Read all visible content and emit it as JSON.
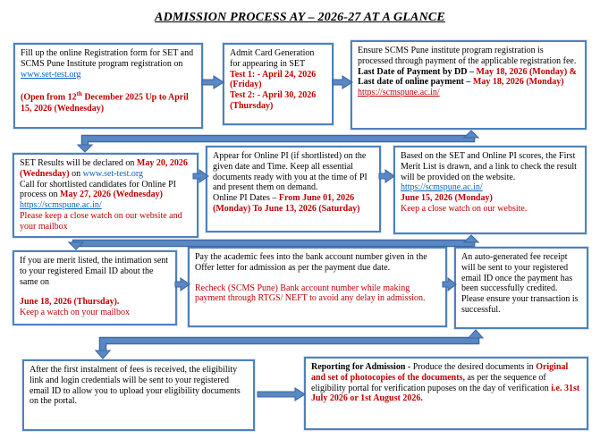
{
  "title": "ADMISSION PROCESS AY – 2026-27 AT A GLANCE",
  "colors": {
    "box_border": "#4F81BD",
    "arrow_fill": "#5B87C3",
    "arrow_outline": "#3A69A8",
    "red_text": "#C00000",
    "link_blue": "#0563C1"
  },
  "boxes": [
    {
      "id": "online-registration",
      "paragraphs": [
        [
          {
            "t": "Fill up the online Registration form for SET and SCMS Pune Institute program registration on ",
            "s": "k"
          },
          {
            "t": "www.set-test.org",
            "s": "lu",
            "name": "set-test-link"
          }
        ],
        [
          {
            "t": "",
            "s": "k"
          }
        ],
        [
          {
            "t": "(Open from 12",
            "s": "rb"
          },
          {
            "t": "th",
            "s": "rbsup"
          },
          {
            "t": " December 2025 Up to April 15, 2026 (Wednesday)",
            "s": "rb"
          }
        ]
      ]
    },
    {
      "id": "admit-card",
      "paragraphs": [
        [
          {
            "t": "Admit Card Generation for appearing in SET",
            "s": "k"
          }
        ],
        [
          {
            "t": "Test 1: - April 24, 2026 (Friday)",
            "s": "rb"
          }
        ],
        [
          {
            "t": "Test 2: - April 30, 2026 (Thursday)",
            "s": "rb"
          }
        ]
      ]
    },
    {
      "id": "registration-payment",
      "paragraphs": [
        [
          {
            "t": "Ensure SCMS Pune institute program registration is processed through payment of the applicable registration fee.",
            "s": "k"
          }
        ],
        [
          {
            "t": "Last Date of Payment by DD – ",
            "s": "kb"
          },
          {
            "t": "May 18, 2026 (Monday) &",
            "s": "rb"
          }
        ],
        [
          {
            "t": "Last date of online payment – ",
            "s": "kb"
          },
          {
            "t": "May 18, 2026 (Monday)",
            "s": "rb"
          }
        ],
        [
          {
            "t": "https://scmspune.ac.in/",
            "s": "ru",
            "name": "scmspune-link"
          }
        ]
      ]
    },
    {
      "id": "set-results",
      "paragraphs": [
        [
          {
            "t": "SET Results will be declared on ",
            "s": "k"
          },
          {
            "t": "May 20, 2026 (Wednesday)",
            "s": "rb"
          },
          {
            "t": " on ",
            "s": "k"
          },
          {
            "t": "www.set-test.org",
            "s": "l",
            "name": "set-test-link"
          }
        ],
        [
          {
            "t": "Call for shortlisted candidates for  Online PI process on ",
            "s": "k"
          },
          {
            "t": "May 27, 2026 (Wednesday)",
            "s": "rb"
          }
        ],
        [
          {
            "t": "https://scmspune.ac.in/",
            "s": "lu",
            "name": "scmspune-link"
          }
        ],
        [
          {
            "t": "Please keep a close watch on our website and your mailbox",
            "s": "r"
          }
        ]
      ]
    },
    {
      "id": "online-pi",
      "paragraphs": [
        [
          {
            "t": "Appear for Online PI (if shortlisted) on the given date and Time.  Keep all essential documents ready with you at the time of PI and present them on demand.",
            "s": "k"
          }
        ],
        [
          {
            "t": "Online PI Dates – ",
            "s": "k"
          },
          {
            "t": "From June 01, 2026 (Monday) To June 13, 2026 (Saturday)",
            "s": "rb"
          }
        ]
      ]
    },
    {
      "id": "first-merit-list",
      "paragraphs": [
        [
          {
            "t": "Based on the SET and Online PI scores, the First Merit List is drawn, and a link to check the result will be provided on the website.",
            "s": "k"
          }
        ],
        [
          {
            "t": "https://scmspune.ac.in/",
            "s": "lu",
            "name": "scmspune-link"
          }
        ],
        [
          {
            "t": "June 15, 2026 (Monday)",
            "s": "rb"
          }
        ],
        [
          {
            "t": "Keep a close watch on our website.",
            "s": "r"
          }
        ]
      ]
    },
    {
      "id": "merit-intimation",
      "paragraphs": [
        [
          {
            "t": "If you are merit listed, the intimation sent to your registered Email ID about the same on",
            "s": "k"
          }
        ],
        [
          {
            "t": "",
            "s": "k"
          }
        ],
        [
          {
            "t": "June 18, 2026 (Thursday).",
            "s": "rb"
          }
        ],
        [
          {
            "t": "Keep a watch on your mailbox",
            "s": "r"
          }
        ]
      ]
    },
    {
      "id": "academic-fees-payment",
      "paragraphs": [
        [
          {
            "t": "Pay the academic fees into the bank account number given in the Offer letter for admission as per the payment due date.",
            "s": "k"
          }
        ],
        [
          {
            "t": "",
            "s": "k"
          }
        ],
        [
          {
            "t": "Recheck (SCMS Pune) Bank account number while making payment through  RTGS/ NEFT to avoid any delay in admission.",
            "s": "r"
          }
        ]
      ]
    },
    {
      "id": "fee-receipt",
      "paragraphs": [
        [
          {
            "t": "An auto-generated fee receipt will be sent to your registered email ID once the payment has been successfully credited. Please ensure your transaction is successful.",
            "s": "k"
          }
        ]
      ]
    },
    {
      "id": "eligibility-upload",
      "paragraphs": [
        [
          {
            "t": "After the first instalment of fees is received, the eligibility link and login credentials will be sent to your registered email ID to allow you to upload your eligibility documents on the portal.",
            "s": "k"
          }
        ]
      ]
    },
    {
      "id": "reporting-for-admission",
      "paragraphs": [
        [
          {
            "t": "Reporting for Admission - ",
            "s": "kb"
          },
          {
            "t": "Produce the desired documents in ",
            "s": "k"
          },
          {
            "t": "Original and set of photocopies of the documents,",
            "s": "rb"
          },
          {
            "t": " as per the sequence of eligibility portal for verification puposes on the day of verification ",
            "s": "k"
          },
          {
            "t": "i.e. 31st July 2026 or 1st August 2026.",
            "s": "rb"
          }
        ]
      ]
    }
  ],
  "flow": [
    {
      "from": "online-registration",
      "to": "admit-card"
    },
    {
      "from": "admit-card",
      "to": "registration-payment"
    },
    {
      "from": "registration-payment",
      "to": "set-results"
    },
    {
      "from": "set-results",
      "to": "online-pi"
    },
    {
      "from": "online-pi",
      "to": "first-merit-list"
    },
    {
      "from": "first-merit-list",
      "to": "merit-intimation"
    },
    {
      "from": "merit-intimation",
      "to": "academic-fees-payment"
    },
    {
      "from": "academic-fees-payment",
      "to": "fee-receipt"
    },
    {
      "from": "fee-receipt",
      "to": "eligibility-upload"
    },
    {
      "from": "eligibility-upload",
      "to": "reporting-for-admission"
    }
  ]
}
